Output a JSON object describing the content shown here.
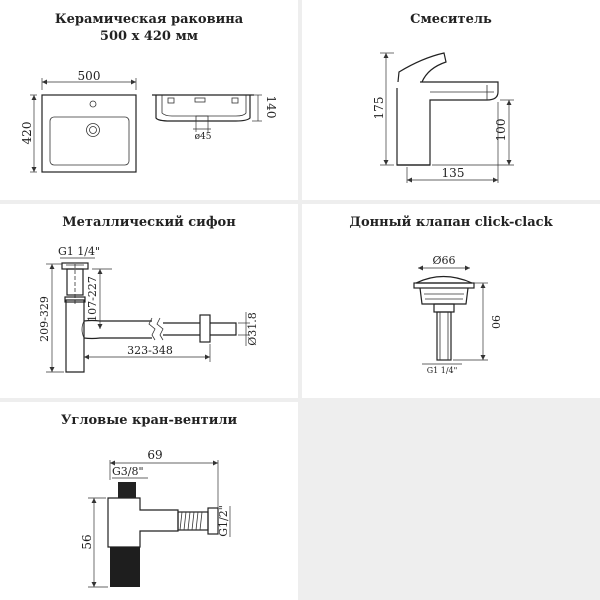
{
  "sink": {
    "title_line1": "Керамическая раковина",
    "title_line2": "500 х 420 мм",
    "dim_width": "500",
    "dim_depth": "420",
    "dim_height": "140",
    "dim_drain": "ø45"
  },
  "faucet": {
    "title": "Смеситель",
    "dim_height": "175",
    "dim_spout": "100",
    "dim_reach": "135"
  },
  "siphon": {
    "title": "Металлический сифон",
    "dim_thread": "G1 1/4\"",
    "dim_total": "209-329",
    "dim_upper": "107-227",
    "dim_length": "323-348",
    "dim_pipe": "Ø31.8"
  },
  "valve": {
    "title": "Донный клапан click-clack",
    "dim_cap": "Ø66",
    "dim_height": "90",
    "dim_thread": "G1 1/4\""
  },
  "angle_valve": {
    "title": "Угловые кран-вентили",
    "dim_width": "69",
    "dim_inlet": "G3/8\"",
    "dim_height": "56",
    "dim_outlet": "G1/2\""
  },
  "colors": {
    "line": "#222222",
    "separator": "#eeeeee",
    "background": "#ffffff"
  }
}
